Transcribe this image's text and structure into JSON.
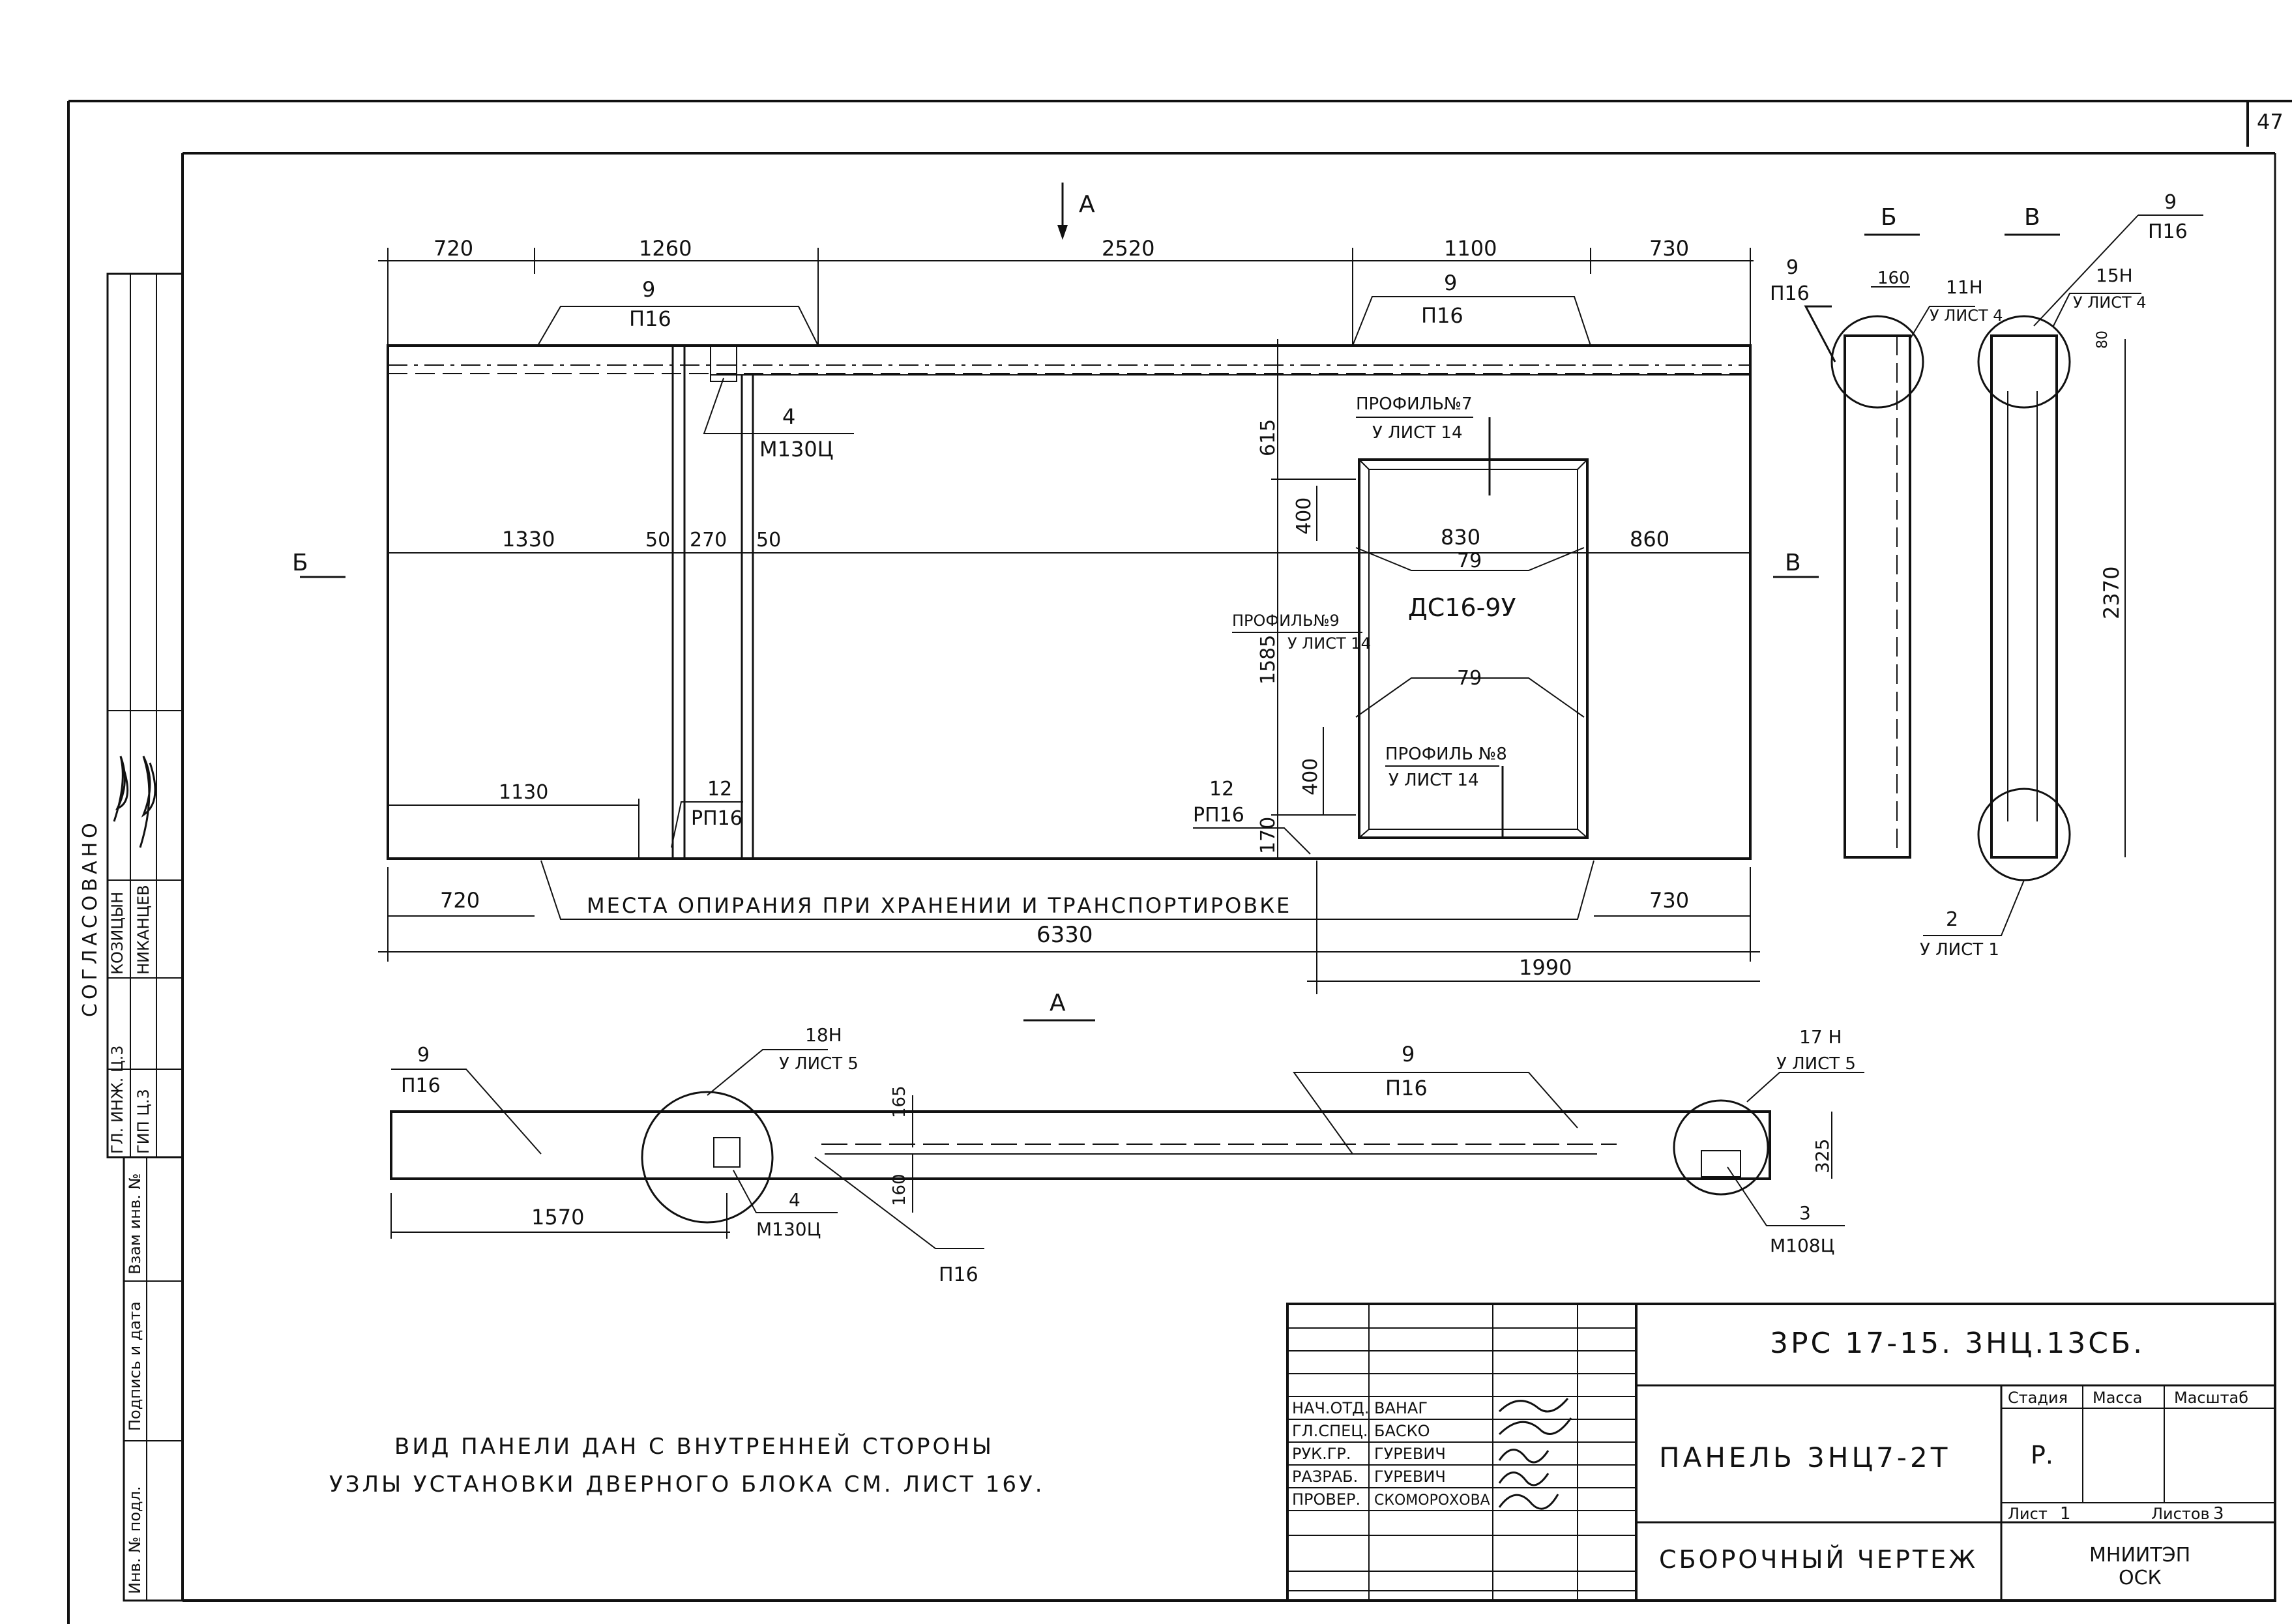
{
  "sheet": {
    "page_no": "47",
    "agreed_stamp": {
      "title": "СОГЛАСОВАНО",
      "rows": [
        {
          "role": "ГЛ. ИНЖ. Ц.3",
          "name": "КОЗИЦЫН"
        },
        {
          "role": "ГИП Ц.3",
          "name": "НИКАНЦЕВ"
        }
      ]
    },
    "side_fields": [
      "Взам инв. №",
      "Подпись и дата",
      "Инв. № подл."
    ]
  },
  "drawing": {
    "top_dims": [
      "720",
      "1260",
      "2520",
      "1100",
      "730"
    ],
    "window_dims": [
      "1330",
      "50",
      "270",
      "50",
      "830",
      "860"
    ],
    "vertical_dims": [
      "615",
      "1585",
      "170",
      "400",
      "400",
      "2370"
    ],
    "bottom_dims": [
      "720",
      "730",
      "6330",
      "1990",
      "1130"
    ],
    "support_note": "МЕСТА ОПИРАНИЯ ПРИ ХРАНЕНИИ И ТРАНСПОРТИРОВКЕ",
    "door_block": "ДС16-9У",
    "leaders": {
      "pos9": "9",
      "p16": "П16",
      "pos4": "4",
      "m130": "М130Ц",
      "pos12": "12",
      "rp16": "РП16",
      "profile7": "ПРОФИЛЬ№7",
      "profile7_sheet": "У ЛИСТ 14",
      "profile9": "ПРОФИЛЬ№9",
      "profile9_sheet": "У ЛИСТ 14",
      "profile8": "ПРОФИЛЬ №8",
      "profile8_sheet": "У ЛИСТ 14",
      "diag": "79"
    },
    "section_marks": {
      "a": "А",
      "b": "Б",
      "v": "В"
    },
    "section_b": {
      "pos": "9",
      "mark": "П16",
      "dim": "160",
      "node": "11Н",
      "node_sheet": "У ЛИСТ 4"
    },
    "section_v": {
      "pos": "9",
      "mark": "П16",
      "node": "15Н",
      "node_sheet": "У ЛИСТ 4",
      "dim": "80",
      "pos2": "2",
      "pos2_sheet": "У ЛИСТ 1"
    },
    "plan_a": {
      "pos9a": "9",
      "p16a": "П16",
      "node18": "18Н",
      "node18_sheet": "У ЛИСТ 5",
      "pos9b": "9",
      "p16b": "П16",
      "node17": "17 Н",
      "node17_sheet": "У ЛИСТ 5",
      "dim165": "165",
      "dim160": "160",
      "dim325": "325",
      "dim1570": "1570",
      "pos4": "4",
      "m130": "М130Ц",
      "p16c": "П16",
      "pos3": "3",
      "m108": "М108Ц"
    },
    "notes": [
      "ВИД ПАНЕЛИ ДАН С ВНУТРЕННЕЙ СТОРОНЫ",
      "УЗЛЫ УСТАНОВКИ ДВЕРНОГО БЛОКА СМ. ЛИСТ 16У."
    ]
  },
  "title_block": {
    "doc_code": "3РС 17-15. 3НЦ.13СБ.",
    "part_name": "ПАНЕЛЬ 3НЦ7-2Т",
    "drawing_type": "СБОРОЧНЫЙ ЧЕРТЕЖ",
    "stage_label": "Стадия",
    "mass_label": "Масса",
    "scale_label": "Масштаб",
    "stage": "Р.",
    "sheet_label": "Лист",
    "sheet": "1",
    "sheets_label": "Листов",
    "sheets": "3",
    "org": "МНИИТЭП",
    "org_sub": "ОСК",
    "staff": [
      {
        "role": "НАЧ.ОТД.",
        "name": "ВАНАГ"
      },
      {
        "role": "ГЛ.СПЕЦ.",
        "name": "БАСКО"
      },
      {
        "role": "РУК.ГР.",
        "name": "ГУРЕВИЧ"
      },
      {
        "role": "РАЗРАБ.",
        "name": "ГУРЕВИЧ"
      },
      {
        "role": "ПРОВЕР.",
        "name": "СКОМОРОХОВА"
      }
    ]
  }
}
